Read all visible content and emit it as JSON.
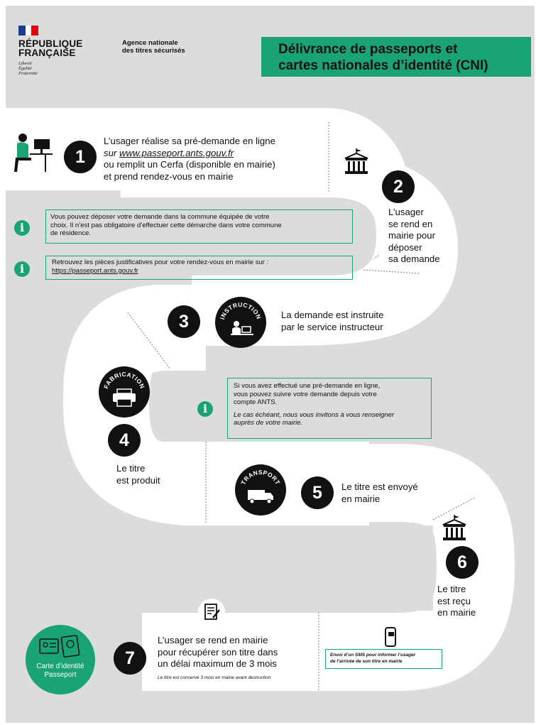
{
  "header": {
    "rf_line1": "RÉPUBLIQUE",
    "rf_line2": "FRANÇAISE",
    "motto": [
      "Liberté",
      "Égalité",
      "Fraternité"
    ],
    "agency_line1": "Agence nationale",
    "agency_line2": "des titres sécurisés",
    "title_line1": "Délivrance de passeports et",
    "title_line2": "cartes nationales d’identité  (CNI)"
  },
  "steps": {
    "s1": {
      "number": "1",
      "line1": "L’usager réalise sa pré-demande en ligne",
      "line2_prefix": "sur ",
      "line2_link": "www.passeport.ants.gouv.fr",
      "line3": "ou remplit un Cerfa (disponible en mairie)",
      "line4": "et prend rendez-vous en mairie"
    },
    "s2": {
      "number": "2",
      "lines": [
        "L’usager",
        "se rend en",
        "mairie pour",
        "déposer",
        "sa demande"
      ]
    },
    "s3": {
      "number": "3",
      "badge": "INSTRUCTION",
      "line1": "La demande est instruite",
      "line2": "par le service instructeur"
    },
    "s4": {
      "number": "4",
      "badge": "FABRICATION",
      "line1": "Le titre",
      "line2": "est produit"
    },
    "s5": {
      "number": "5",
      "badge": "TRANSPORT",
      "line1": "Le titre est envoyé",
      "line2": "en mairie"
    },
    "s6": {
      "number": "6",
      "line1": "Le titre",
      "line2": "est reçu",
      "line3": "en mairie"
    },
    "s7": {
      "number": "7",
      "line1": "L’usager se rend en mairie",
      "line2": "pour récupérer son titre dans",
      "line3": "un délai maximum de 3 mois",
      "note": "Le titre est conservé 3 mois en mairie avant destruction"
    }
  },
  "info": {
    "box1_line1": "Vous pouvez déposer votre demande dans la commune équipée de votre",
    "box1_line2": "choix. Il n’est pas obligatoire d’effectuer cette démarche dans votre commune",
    "box1_line3": "de résidence.",
    "box2_line1": "Retrouvez les pièces justificatives pour votre rendez-vous en mairie sur :",
    "box2_link": "https://passeport.ants.gouv.fr",
    "box3_line1": "Si vous avez effectué une pré-demande en ligne,",
    "box3_line2": "vous pouvez suivre votre demande depuis votre",
    "box3_line3": "compte ANTS.",
    "box3_line4": "Le cas échéant, nous vous invitons à vous renseigner",
    "box3_line5": "auprès de votre mairie.",
    "sms_line1": "Envoi d’un SMS pour informer l’usager",
    "sms_line2": "de l’arrivée de son titre en mairie"
  },
  "final_badge": {
    "line1": "Carte d’identité",
    "line2": "Passeport"
  },
  "icons": [
    "info-icon",
    "town-hall-icon",
    "person-at-computer-icon",
    "printer-icon",
    "truck-icon",
    "form-pen-icon",
    "phone-message-icon",
    "id-card-icon",
    "passport-icon"
  ],
  "colors": {
    "accent_green": "#1aa474",
    "road": "#ffffff",
    "background": "#dcdcdc",
    "badge_dark": "#111111"
  }
}
